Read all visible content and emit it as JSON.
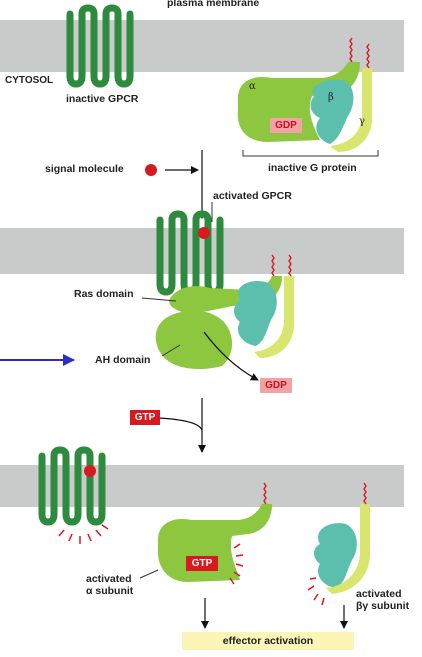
{
  "labels": {
    "plasma_membrane": "plasma membrane",
    "cytosol": "CYTOSOL",
    "inactive_gpcr": "inactive GPCR",
    "inactive_g_protein": "inactive G protein",
    "signal_molecule": "signal molecule",
    "activated_gpcr": "activated GPCR",
    "ras_domain": "Ras domain",
    "ah_domain": "AH domain",
    "activated_alpha_line1": "activated",
    "activated_alpha_line2": "α subunit",
    "activated_bg_line1": "activated",
    "activated_bg_line2": "βγ subunit",
    "effector_activation": "effector activation"
  },
  "subunits": {
    "alpha": "α",
    "beta": "β",
    "gamma": "γ"
  },
  "badges": {
    "gdp": "GDP",
    "gtp": "GTP"
  },
  "colors": {
    "membrane": "#c8cbca",
    "gpcr": "#2e8b3e",
    "alpha": "#8dc63f",
    "beta": "#5cbfae",
    "gamma": "#d9e66d",
    "signal": "#d71920",
    "arrow_blue": "#2b2fbf",
    "effector_bg": "#fbf5b8"
  }
}
